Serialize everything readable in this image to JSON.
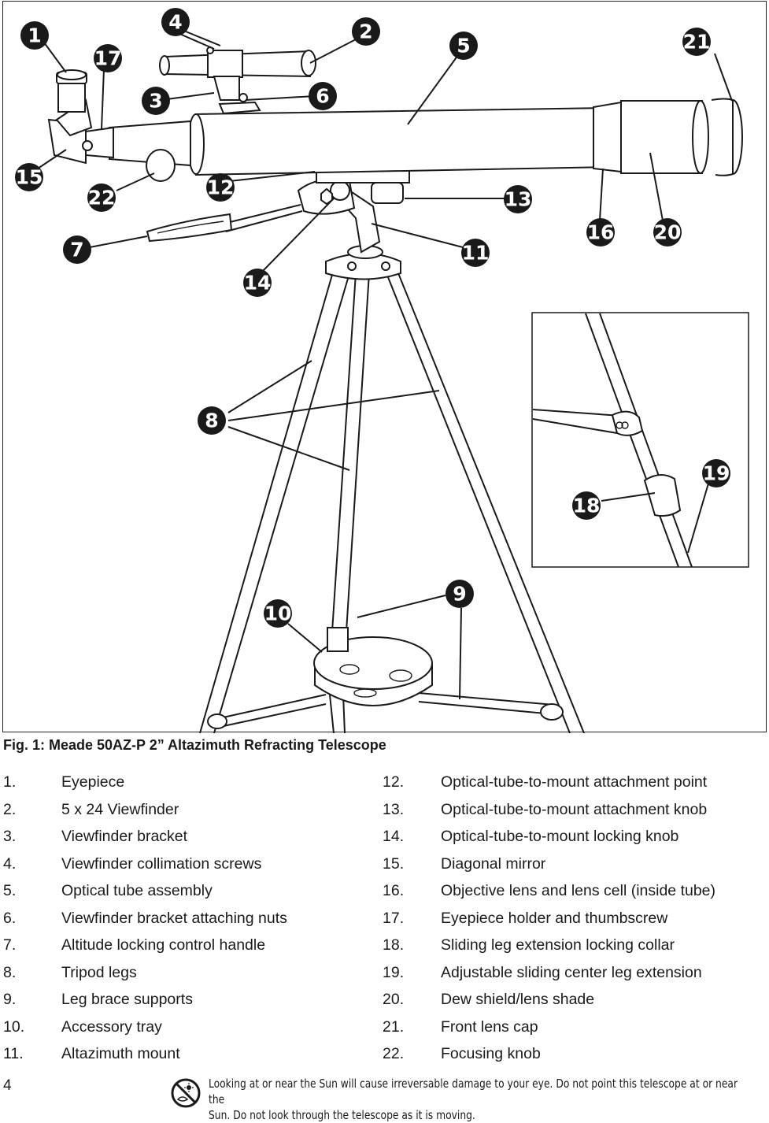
{
  "figure": {
    "caption": "Fig. 1: Meade 50AZ-P  2” Altazimuth Refracting Telescope",
    "callouts": [
      "1",
      "2",
      "3",
      "4",
      "5",
      "6",
      "7",
      "8",
      "9",
      "10",
      "11",
      "12",
      "13",
      "14",
      "15",
      "16",
      "17",
      "18",
      "19",
      "20",
      "21",
      "22"
    ]
  },
  "parts_left": [
    {
      "num": "1.",
      "label": "Eyepiece"
    },
    {
      "num": "2.",
      "label": "5 x 24 Viewfinder"
    },
    {
      "num": "3.",
      "label": "Viewfinder bracket"
    },
    {
      "num": "4.",
      "label": "Viewfinder collimation screws"
    },
    {
      "num": "5.",
      "label": "Optical tube assembly"
    },
    {
      "num": "6.",
      "label": "Viewfinder bracket attaching nuts"
    },
    {
      "num": "7.",
      "label": "Altitude locking control handle"
    },
    {
      "num": "8.",
      "label": "Tripod legs"
    },
    {
      "num": "9.",
      "label": "Leg brace supports"
    },
    {
      "num": "10.",
      "label": "Accessory tray"
    },
    {
      "num": "11.",
      "label": "Altazimuth mount"
    }
  ],
  "parts_right": [
    {
      "num": "12.",
      "label": "Optical-tube-to-mount attachment point"
    },
    {
      "num": "13.",
      "label": "Optical-tube-to-mount attachment knob"
    },
    {
      "num": "14.",
      "label": "Optical-tube-to-mount locking knob"
    },
    {
      "num": "15.",
      "label": "Diagonal mirror"
    },
    {
      "num": "16.",
      "label": "Objective lens and lens cell (inside tube)"
    },
    {
      "num": "17.",
      "label": "Eyepiece holder and thumbscrew"
    },
    {
      "num": "18.",
      "label": "Sliding leg extension locking collar"
    },
    {
      "num": "19.",
      "label": "Adjustable sliding center leg extension"
    },
    {
      "num": "20.",
      "label": "Dew shield/lens shade"
    },
    {
      "num": "21.",
      "label": "Front lens cap"
    },
    {
      "num": "22.",
      "label": "Focusing knob"
    }
  ],
  "footer": {
    "page_number": "4",
    "warning_line1": "Looking at or near the Sun will cause irreversable damage to your eye. Do not point this telescope at or near the",
    "warning_line2": "Sun. Do not look through the telescope as it is moving.",
    "warning_icon": "no-sun-icon"
  }
}
